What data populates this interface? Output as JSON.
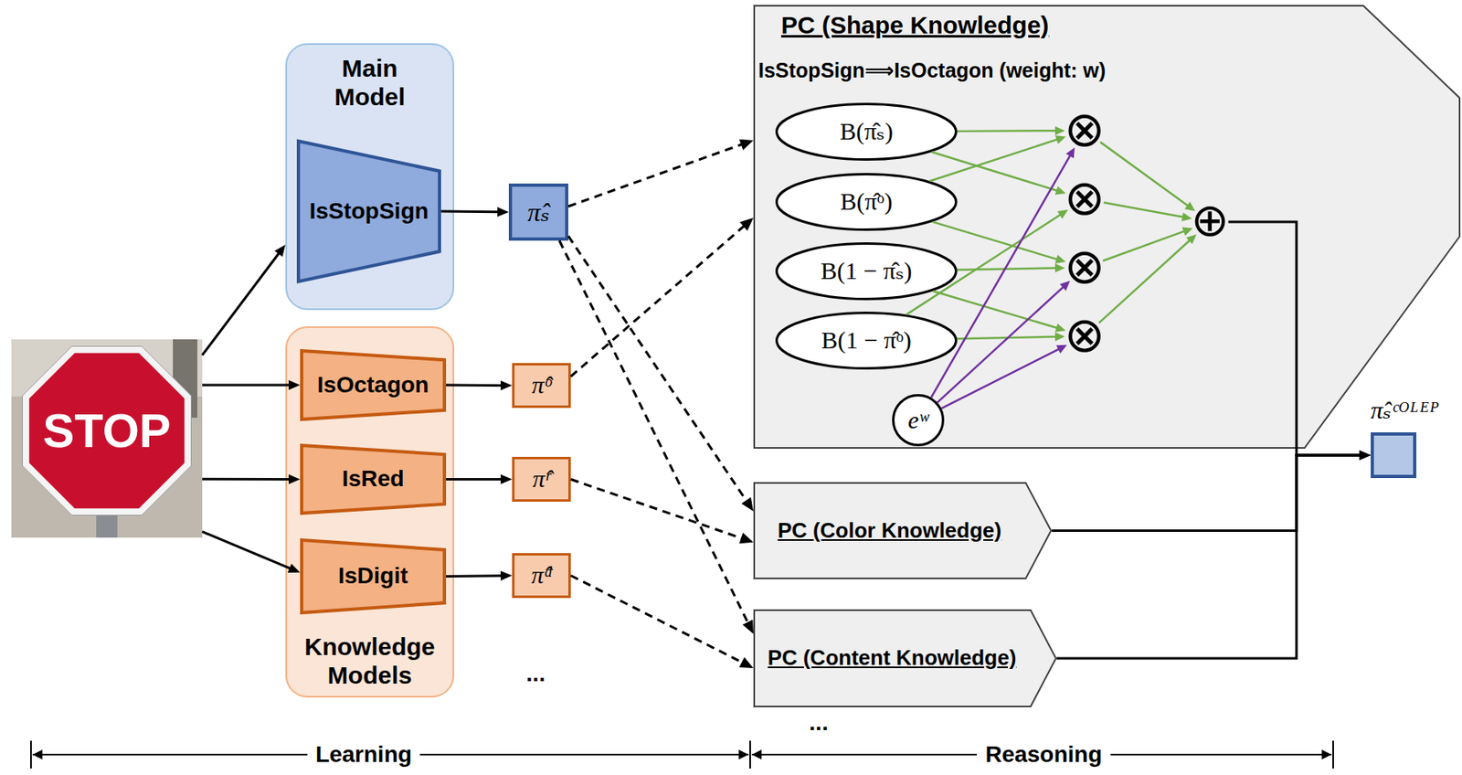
{
  "diagram": {
    "nodes": [
      {
        "text": [
          "STOP"
        ]
      },
      {
        "text": [
          "Main Model"
        ]
      },
      {
        "text": [
          "IsStopSign"
        ],
        "in": 1
      },
      {
        "text": [
          "π̂ₛ"
        ]
      },
      {
        "text": [
          "Knowledge Models"
        ]
      },
      {
        "text": [
          "IsOctagon"
        ],
        "in": 4
      },
      {
        "text": [
          "π̂ᵒ"
        ]
      },
      {
        "text": [
          "IsRed"
        ],
        "in": 4
      },
      {
        "text": [
          "π̂ʳ"
        ]
      },
      {
        "text": [
          "IsDigit"
        ],
        "in": 4
      },
      {
        "text": [
          "π̂ᵈ"
        ]
      },
      {
        "text": [
          "PC (Shape Knowledge)",
          "IsStopSign⟹IsOctagon (weight: w)"
        ]
      },
      {
        "text": [
          "B(π̂ₛ)"
        ],
        "in": 11
      },
      {
        "text": [
          "B(π̂ᵒ)"
        ],
        "in": 11
      },
      {
        "text": [
          "B(1 − π̂ₛ)"
        ],
        "in": 11
      },
      {
        "text": [
          "B(1 − π̂ᵒ)"
        ],
        "in": 11
      },
      {
        "text": [
          "eʷ"
        ],
        "in": 11
      },
      {
        "text": [
          "⊗"
        ],
        "in": 11
      },
      {
        "text": [
          "⊗"
        ],
        "in": 11
      },
      {
        "text": [
          "⊗"
        ],
        "in": 11
      },
      {
        "text": [
          "⊗"
        ],
        "in": 11
      },
      {
        "text": [
          "⊕"
        ],
        "in": 11
      },
      {
        "text": [
          "PC (Color Knowledge)"
        ]
      },
      {
        "text": [
          "PC (Content Knowledge)"
        ]
      },
      {
        "text": [
          "π̂ₛᶜᴼᴸᴱᴾ"
        ]
      }
    ],
    "edges": [
      {
        "from": 0,
        "to": 1,
        "arrow": "to"
      },
      {
        "from": 0,
        "to": 5,
        "arrow": "to"
      },
      {
        "from": 0,
        "to": 7,
        "arrow": "to"
      },
      {
        "from": 0,
        "to": 9,
        "arrow": "to"
      },
      {
        "from": 2,
        "to": 3,
        "arrow": "to"
      },
      {
        "from": 5,
        "to": 6,
        "arrow": "to"
      },
      {
        "from": 7,
        "to": 8,
        "arrow": "to"
      },
      {
        "from": 9,
        "to": 10,
        "arrow": "to"
      },
      {
        "from": 3,
        "to": 11,
        "arrow": "to"
      },
      {
        "from": 6,
        "to": 11,
        "arrow": "to"
      },
      {
        "from": 3,
        "to": 22,
        "arrow": "to"
      },
      {
        "from": 8,
        "to": 22,
        "arrow": "to"
      },
      {
        "from": 3,
        "to": 23,
        "arrow": "to"
      },
      {
        "from": 10,
        "to": 23,
        "arrow": "to"
      },
      {
        "from": 12,
        "to": 17,
        "arrow": "to"
      },
      {
        "from": 12,
        "to": 18,
        "arrow": "to"
      },
      {
        "from": 13,
        "to": 17,
        "arrow": "to"
      },
      {
        "from": 13,
        "to": 19,
        "arrow": "to"
      },
      {
        "from": 14,
        "to": 19,
        "arrow": "to"
      },
      {
        "from": 14,
        "to": 20,
        "arrow": "to"
      },
      {
        "from": 15,
        "to": 18,
        "arrow": "to"
      },
      {
        "from": 15,
        "to": 20,
        "arrow": "to"
      },
      {
        "from": 16,
        "to": 17,
        "arrow": "to"
      },
      {
        "from": 16,
        "to": 19,
        "arrow": "to"
      },
      {
        "from": 16,
        "to": 20,
        "arrow": "to"
      },
      {
        "from": 17,
        "to": 21,
        "arrow": "to"
      },
      {
        "from": 18,
        "to": 21,
        "arrow": "to"
      },
      {
        "from": 19,
        "to": 21,
        "arrow": "to"
      },
      {
        "from": 20,
        "to": 21,
        "arrow": "to"
      },
      {
        "from": 21,
        "to": 24,
        "arrow": "to"
      },
      {
        "from": 22,
        "to": 24,
        "arrow": "to"
      },
      {
        "from": 23,
        "to": 24,
        "arrow": "to"
      }
    ],
    "labels": [
      "...",
      "...",
      "Learning",
      "Reasoning"
    ]
  }
}
